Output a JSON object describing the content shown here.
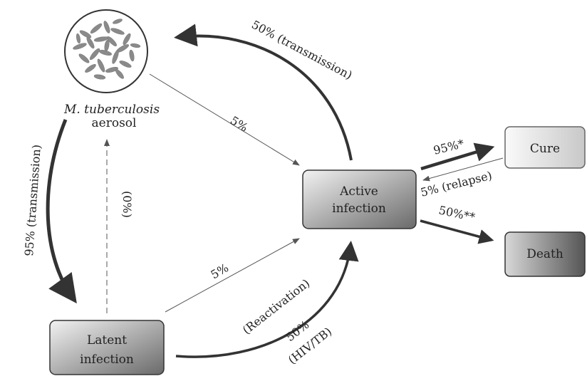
{
  "nodes": {
    "aerosol": {
      "title": "M. tuberculosis",
      "subtitle": "aerosol"
    },
    "active": {
      "line1": "Active",
      "line2": "infection"
    },
    "latent": {
      "line1": "Latent",
      "line2": "infection"
    },
    "cure": {
      "label": "Cure"
    },
    "death": {
      "label": "Death"
    }
  },
  "edges": {
    "active_to_aerosol": "50% (transmission)",
    "aerosol_to_active": "5%",
    "aerosol_to_latent": "95% (transmission)",
    "latent_to_aerosol": "(0%)",
    "latent_to_active": "5%",
    "reactivation_1": "(Reactivation)",
    "reactivation_2": "50%",
    "reactivation_3": "(HIV/TB)",
    "active_to_cure": "95%*",
    "cure_to_active": "5% (relapse)",
    "active_to_death": "50%**"
  },
  "colors": {
    "box_dark": "#6f6f6f",
    "box_light": "#dcdcdc",
    "stroke": "#333333"
  }
}
